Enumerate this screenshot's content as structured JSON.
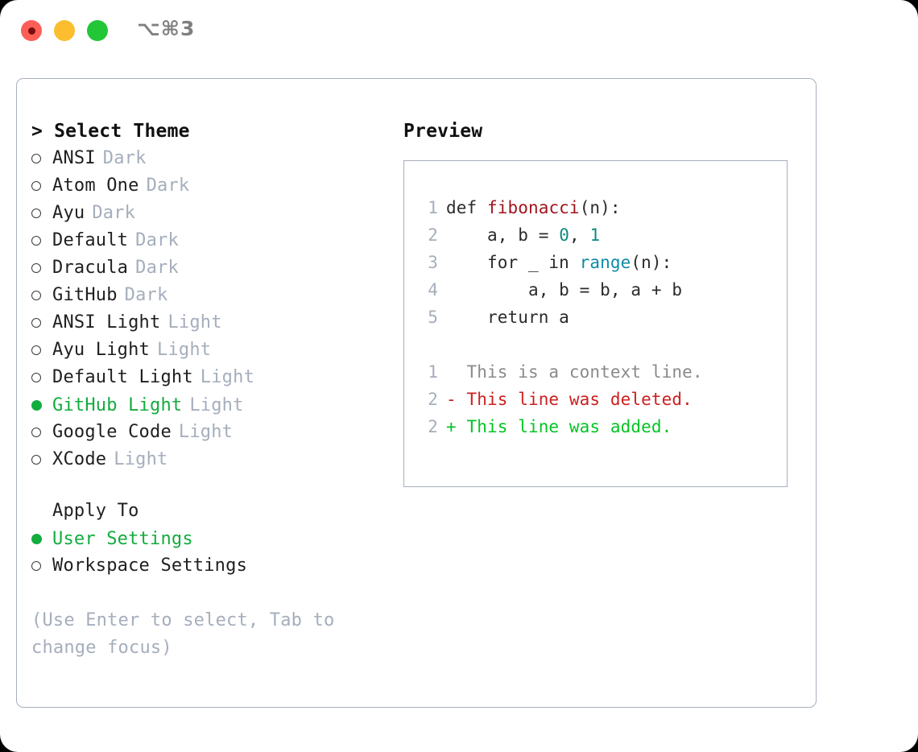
{
  "titlebar": {
    "shortcut": "⌥⌘3",
    "buttons": [
      {
        "name": "close",
        "color": "#fb5f57"
      },
      {
        "name": "minimize",
        "color": "#fcbe2f"
      },
      {
        "name": "maximize",
        "color": "#22c637"
      }
    ]
  },
  "left": {
    "heading": "> Select Theme",
    "themes": [
      {
        "label": "ANSI",
        "tag": "Dark",
        "selected": false
      },
      {
        "label": "Atom One",
        "tag": "Dark",
        "selected": false
      },
      {
        "label": "Ayu",
        "tag": "Dark",
        "selected": false
      },
      {
        "label": "Default",
        "tag": "Dark",
        "selected": false
      },
      {
        "label": "Dracula",
        "tag": "Dark",
        "selected": false
      },
      {
        "label": "GitHub",
        "tag": "Dark",
        "selected": false
      },
      {
        "label": "ANSI Light",
        "tag": "Light",
        "selected": false
      },
      {
        "label": "Ayu Light",
        "tag": "Light",
        "selected": false
      },
      {
        "label": "Default Light",
        "tag": "Light",
        "selected": false
      },
      {
        "label": "GitHub Light",
        "tag": "Light",
        "selected": true
      },
      {
        "label": "Google Code",
        "tag": "Light",
        "selected": false
      },
      {
        "label": "XCode",
        "tag": "Light",
        "selected": false
      }
    ],
    "apply_to_heading": "Apply To",
    "apply_to": [
      {
        "label": "User Settings",
        "selected": true
      },
      {
        "label": "Workspace Settings",
        "selected": false
      }
    ],
    "hint": "(Use Enter to select, Tab to change focus)"
  },
  "right": {
    "heading": "Preview",
    "code": [
      {
        "lno": "1",
        "segments": [
          {
            "text": "def ",
            "style": "plain"
          },
          {
            "text": "fibonacci",
            "style": "fn"
          },
          {
            "text": "(n):",
            "style": "plain"
          }
        ]
      },
      {
        "lno": "2",
        "segments": [
          {
            "text": "    a, b = ",
            "style": "plain"
          },
          {
            "text": "0",
            "style": "num"
          },
          {
            "text": ", ",
            "style": "plain"
          },
          {
            "text": "1",
            "style": "num"
          }
        ]
      },
      {
        "lno": "3",
        "segments": [
          {
            "text": "    for _ in ",
            "style": "plain"
          },
          {
            "text": "range",
            "style": "call"
          },
          {
            "text": "(n):",
            "style": "plain"
          }
        ]
      },
      {
        "lno": "4",
        "segments": [
          {
            "text": "        a, b = b, a + b",
            "style": "plain"
          }
        ]
      },
      {
        "lno": "5",
        "segments": [
          {
            "text": "    return a",
            "style": "plain"
          }
        ]
      }
    ],
    "diff": [
      {
        "lno": "1",
        "marker": "  ",
        "text": "  This is a context line.",
        "kind": "ctx"
      },
      {
        "lno": "2",
        "marker": "- ",
        "text": "- This line was deleted.",
        "kind": "del"
      },
      {
        "lno": "2",
        "marker": "+ ",
        "text": "+ This line was added.",
        "kind": "add"
      }
    ]
  },
  "colors": {
    "accent_green": "#13ac3e",
    "muted": "#a5aebc",
    "border": "#a8b0bd",
    "diff_add": "#05c424",
    "diff_del": "#cc1f1f",
    "tok_fn": "#a2161d",
    "tok_num": "#0d8a82",
    "tok_call": "#0f8aa8"
  }
}
